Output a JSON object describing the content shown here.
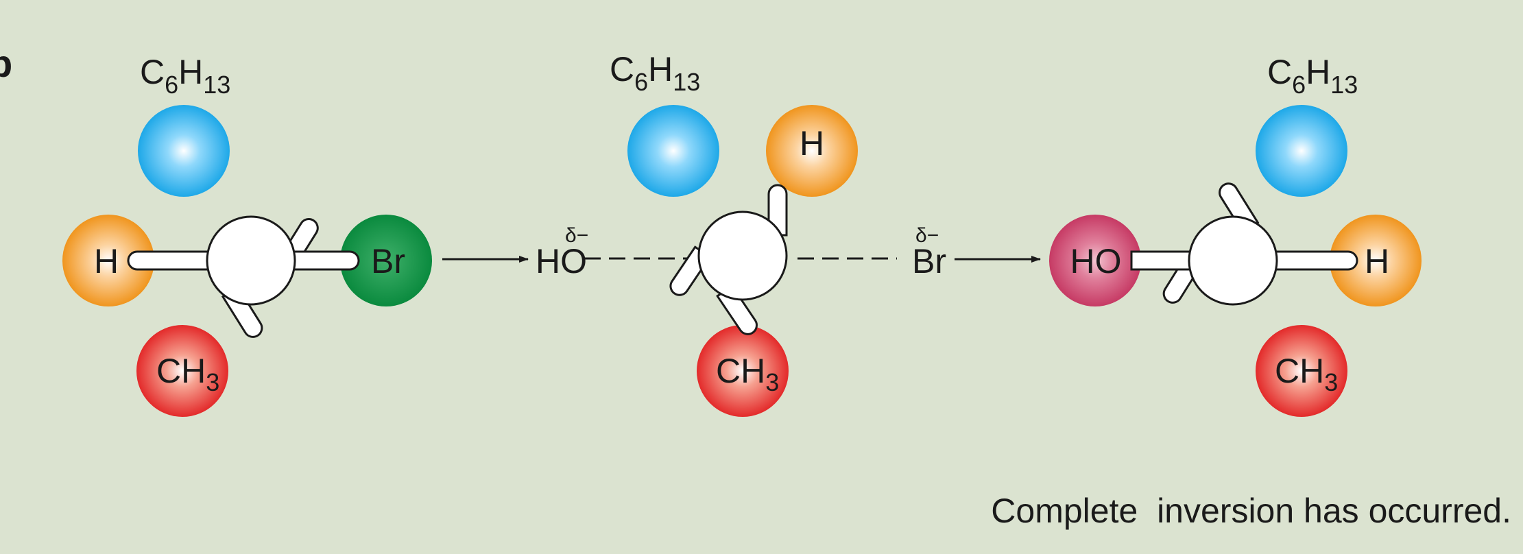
{
  "panel_label": "b",
  "colors": {
    "background": "#dbe3d0",
    "blue_atom": "#1ea8e8",
    "orange_atom": "#f0951e",
    "red_atom": "#e32a2a",
    "green_atom": "#0a8a3e",
    "pink_atom": "#c63a64"
  },
  "molecule1": {
    "top": {
      "main": "C",
      "s1": "6",
      "mid": "H",
      "s2": "13"
    },
    "left": "H",
    "right": "Br",
    "bottom": {
      "main": "CH",
      "sub": "3"
    }
  },
  "transition": {
    "nucleophile": "HO",
    "nucleophile_charge": "δ−",
    "leaving": "Br",
    "leaving_charge": "δ−",
    "top": {
      "main": "C",
      "s1": "6",
      "mid": "H",
      "s2": "13"
    },
    "top_right": "H",
    "bottom": {
      "main": "CH",
      "sub": "3"
    }
  },
  "molecule2": {
    "top": {
      "main": "C",
      "s1": "6",
      "mid": "H",
      "s2": "13"
    },
    "left": "HO",
    "right": "H",
    "bottom": {
      "main": "CH",
      "sub": "3"
    }
  },
  "caption": "Complete  inversion has occurred."
}
